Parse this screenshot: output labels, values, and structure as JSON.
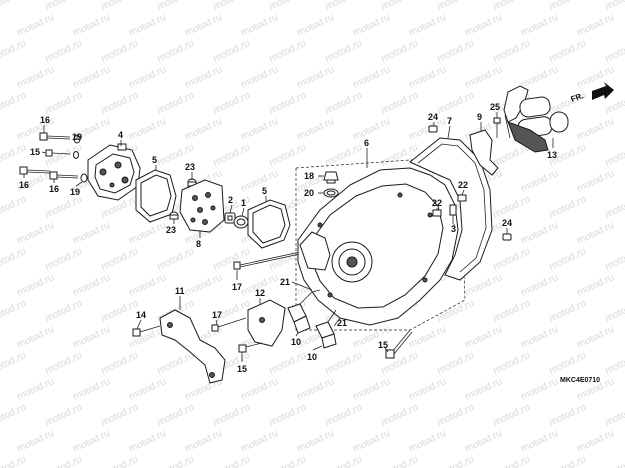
{
  "watermark": "motod.ru",
  "direction_indicator": "FR.",
  "reference_code": "MKC4E0710",
  "callouts": [
    "16",
    "19",
    "4",
    "15",
    "16",
    "16",
    "19",
    "5",
    "23",
    "23",
    "8",
    "2",
    "1",
    "5",
    "17",
    "6",
    "18",
    "20",
    "7",
    "24",
    "9",
    "25",
    "13",
    "22",
    "22",
    "3",
    "24",
    "21",
    "21",
    "11",
    "12",
    "14",
    "17",
    "10",
    "10",
    "15",
    "15"
  ]
}
